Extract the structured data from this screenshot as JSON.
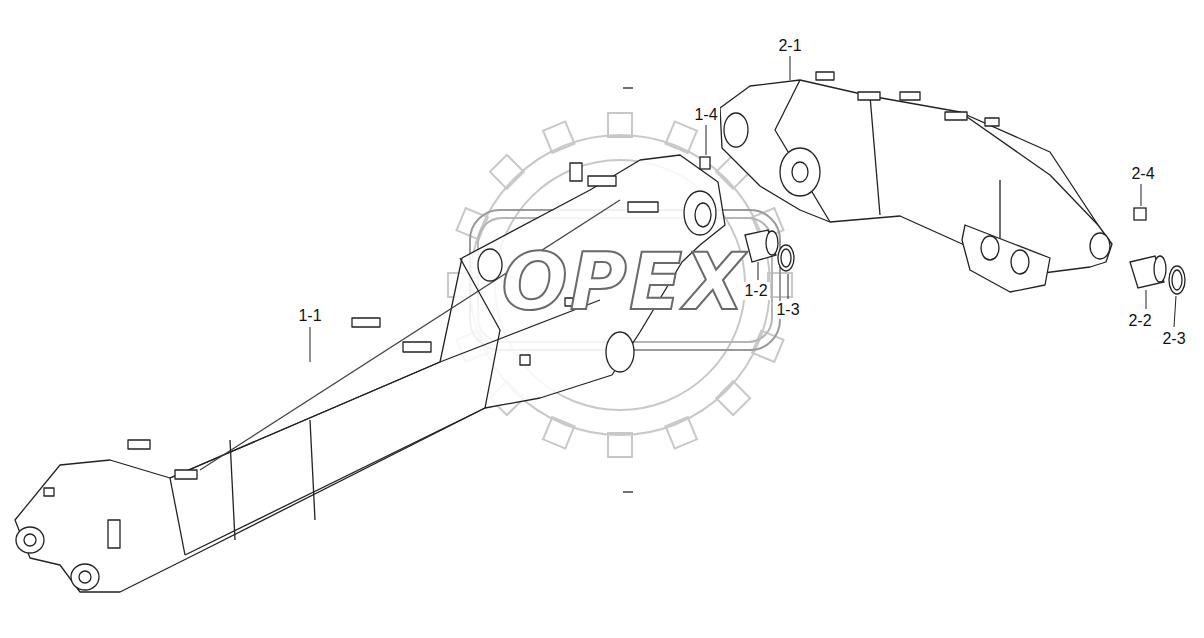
{
  "diagram": {
    "labels": [
      "2-1",
      "1-4",
      "2-4",
      "1-1",
      "1-2",
      "1-3",
      "2-2",
      "2-3",
      "OPEX"
    ]
  }
}
